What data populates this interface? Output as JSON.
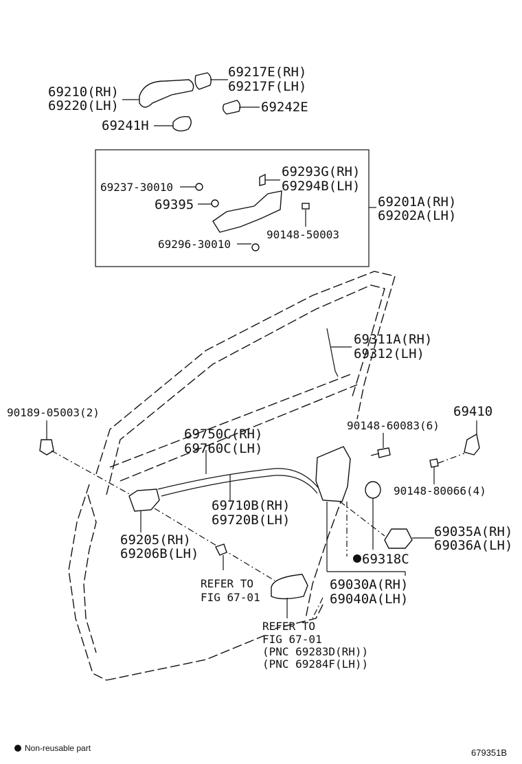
{
  "labels": {
    "p69217": [
      "69217E(RH)",
      "69217F(LH)"
    ],
    "p69210": [
      "69210(RH)",
      "69220(LH)"
    ],
    "p69242": "69242E",
    "p69241": "69241H",
    "p69293": [
      "69293G(RH)",
      "69294B(LH)"
    ],
    "p69237": "69237-30010",
    "p69395": "69395",
    "p69201": [
      "69201A(RH)",
      "69202A(LH)"
    ],
    "p90148_50003": "90148-50003",
    "p69296": "69296-30010",
    "p69311": [
      "69311A(RH)",
      "69312(LH)"
    ],
    "p90189": "90189-05003(2)",
    "p69410": "69410",
    "p90148_60083": "90148-60083(6)",
    "p69750": [
      "69750C(RH)",
      "69760C(LH)"
    ],
    "p90148_80066": "90148-80066(4)",
    "p69710": [
      "69710B(RH)",
      "69720B(LH)"
    ],
    "p69035": [
      "69035A(RH)",
      "69036A(LH)"
    ],
    "p69205": [
      "69205(RH)",
      "69206B(LH)"
    ],
    "p69318": "69318C",
    "refer1": [
      "REFER TO",
      "FIG 67-01"
    ],
    "p69030": [
      "69030A(RH)",
      "69040A(LH)"
    ],
    "refer2": [
      "REFER TO",
      "FIG 67-01",
      "(PNC 69283D(RH))",
      "(PNC 69284F(LH))"
    ]
  },
  "footer": {
    "legend": "Non-reusable part",
    "figure_id": "679351B"
  }
}
